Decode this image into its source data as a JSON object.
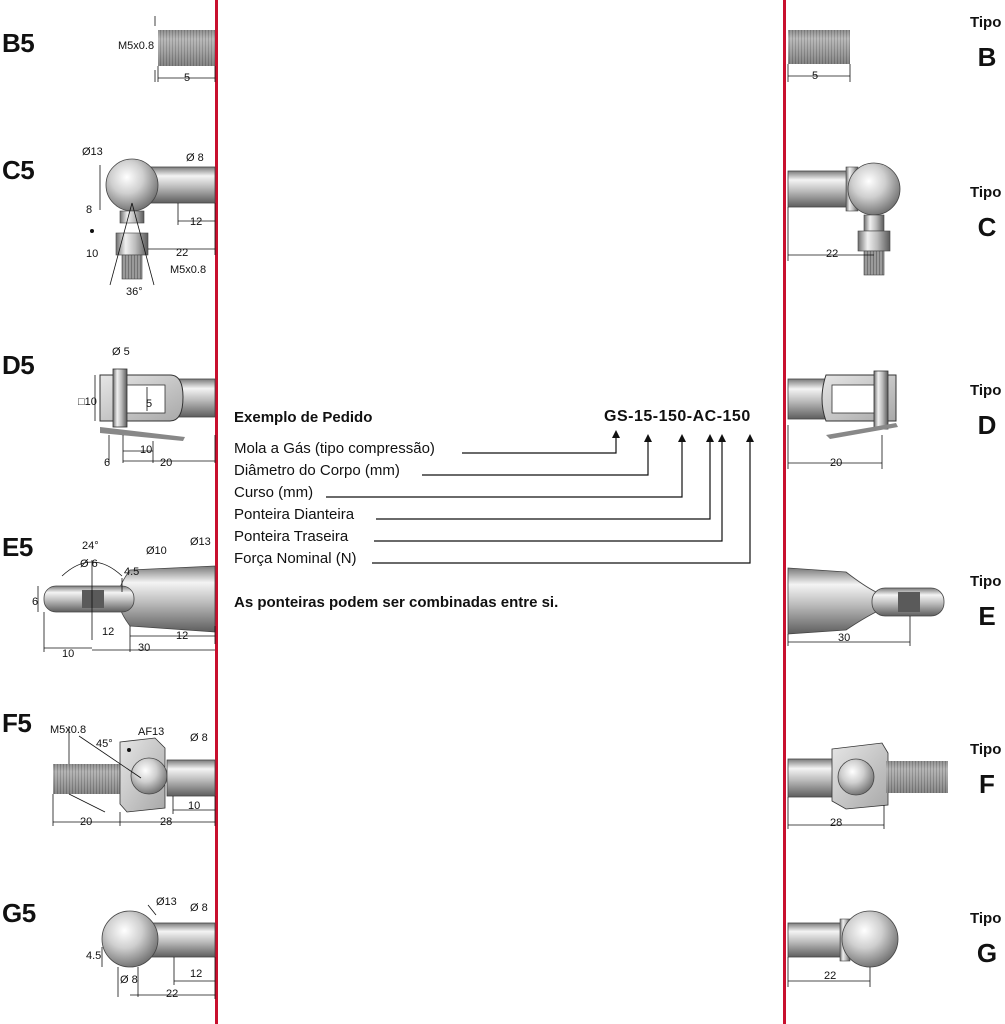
{
  "codes": [
    "B5",
    "C5",
    "D5",
    "E5",
    "F5",
    "G5"
  ],
  "tipo_word": "Tipo",
  "tipo_letters": [
    "B",
    "C",
    "D",
    "E",
    "F",
    "G"
  ],
  "order": {
    "heading": "Exemplo de Pedido",
    "code": "GS-15-150-AC-150",
    "lines": [
      "Mola a Gás (tipo compressão)",
      "Diâmetro do Corpo (mm)",
      "Curso (mm)",
      "Ponteira Dianteira",
      "Ponteira Traseira",
      "Força Nominal (N)"
    ],
    "note": "As ponteiras podem ser combinadas entre si."
  },
  "dimensions": {
    "b5": {
      "thread": "M5x0.8",
      "length": "5"
    },
    "c5": {
      "ball": "Ø13",
      "shank": "Ø 8",
      "h": "8",
      "len12": "12",
      "h10": "10",
      "len22": "22",
      "thread": "M5x0.8",
      "angle": "36°"
    },
    "d5": {
      "pin": "Ø 5",
      "sq": "□10",
      "w5": "5",
      "len10": "10",
      "len20": "20",
      "len6": "6"
    },
    "e5": {
      "angle": "24°",
      "hole": "Ø 6",
      "dia10": "Ø10",
      "dia13": "Ø13",
      "h45": "4.5",
      "h6": "6",
      "len12a": "12",
      "len12b": "12",
      "len10": "10",
      "len30": "30"
    },
    "f5": {
      "thread": "M5x0.8",
      "angle": "45°",
      "af": "AF13",
      "dia8": "Ø 8",
      "len10": "10",
      "len20": "20",
      "len28": "28"
    },
    "g5": {
      "ball": "Ø13",
      "dia8": "Ø 8",
      "h45": "4.5",
      "stud": "Ø 8",
      "len12": "12",
      "len22": "22"
    },
    "right": {
      "b": "5",
      "c": "22",
      "d": "20",
      "e": "30",
      "f": "28",
      "g": "22"
    }
  },
  "colors": {
    "divider": "#c8102e",
    "metal_light": "#f2f2f2",
    "metal_dark": "#8a8a8a",
    "centerline": "#e8c84a"
  }
}
